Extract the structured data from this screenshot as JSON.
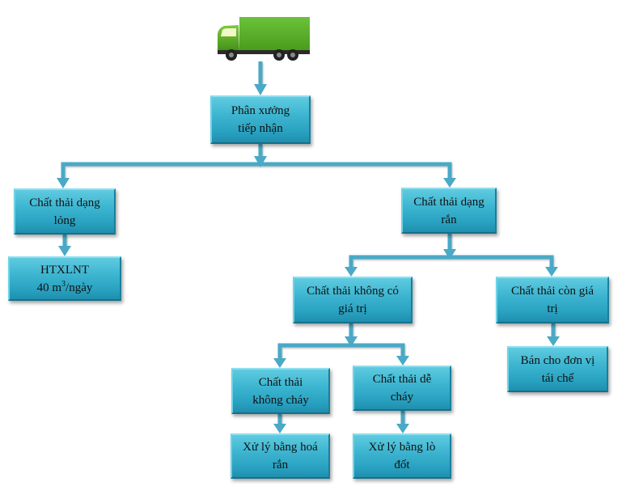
{
  "diagram": {
    "type": "flowchart",
    "colors": {
      "box": "#3db5d1",
      "connector": "#4aa9c6",
      "truck_body": "#5aae23",
      "text": "#111111"
    },
    "start_icon": "truck-icon",
    "nodes": {
      "reception": {
        "line1": "Phân xưởng",
        "line2": "tiếp nhận"
      },
      "liquid": {
        "line1": "Chất thải dạng",
        "line2": "lỏng"
      },
      "wastewater": {
        "line1": "HTXLNT",
        "line2_value": "40 m",
        "line2_sup": "3",
        "line2_unit": "/ngày"
      },
      "solid": {
        "line1": "Chất thải dạng",
        "line2": "rắn"
      },
      "no_value": {
        "line1": "Chất thải không có",
        "line2": "giá trị"
      },
      "has_value": {
        "line1": "Chất thải còn giá",
        "line2": "trị"
      },
      "recycle": {
        "line1": "Bán cho đơn vị",
        "line2": "tái chế"
      },
      "non_combustible": {
        "line1": "Chất thải",
        "line2": "không cháy"
      },
      "combustible": {
        "line1": "Chất thải dễ",
        "line2": "cháy"
      },
      "solidification": {
        "line1": "Xử lý bằng hoá",
        "line2": "rắn"
      },
      "incineration": {
        "line1": "Xử lý bằng lò",
        "line2": "đốt"
      }
    },
    "edges": [
      [
        "truck",
        "reception"
      ],
      [
        "reception",
        "liquid"
      ],
      [
        "reception",
        "solid"
      ],
      [
        "liquid",
        "wastewater"
      ],
      [
        "solid",
        "no_value"
      ],
      [
        "solid",
        "has_value"
      ],
      [
        "has_value",
        "recycle"
      ],
      [
        "no_value",
        "non_combustible"
      ],
      [
        "no_value",
        "combustible"
      ],
      [
        "non_combustible",
        "solidification"
      ],
      [
        "combustible",
        "incineration"
      ]
    ]
  }
}
